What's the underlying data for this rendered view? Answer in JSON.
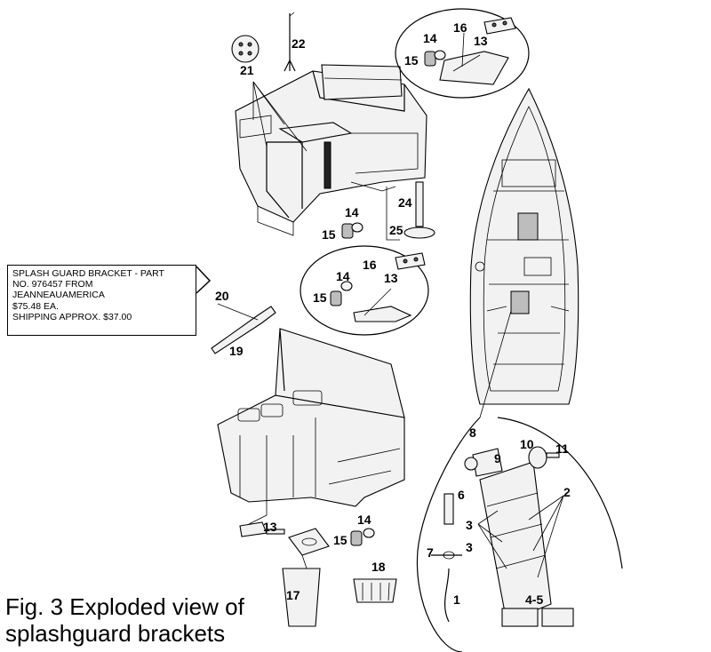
{
  "callout": {
    "lines": [
      "SPLASH GUARD BRACKET - PART",
      "NO. 976457 FROM",
      "JEANNEAUAMERICA",
      "$75.48 EA.",
      "SHIPPING APPROX. $37.00"
    ]
  },
  "caption": {
    "line1": "Fig. 3 Exploded view of",
    "line2": "splashguard brackets"
  },
  "part_labels": {
    "p1": "1",
    "p2": "2",
    "p3a": "3",
    "p3b": "3",
    "p45": "4-5",
    "p6": "6",
    "p7": "7",
    "p8": "8",
    "p9": "9",
    "p10": "10",
    "p11": "11",
    "p13a": "13",
    "p13b": "13",
    "p13c": "13",
    "p14a": "14",
    "p14b": "14",
    "p14c": "14",
    "p14d": "14",
    "p15a": "15",
    "p15b": "15",
    "p15c": "15",
    "p15d": "15",
    "p16a": "16",
    "p16b": "16",
    "p17": "17",
    "p18": "18",
    "p19": "19",
    "p20": "20",
    "p21": "21",
    "p22": "22",
    "p24": "24",
    "p25": "25"
  }
}
